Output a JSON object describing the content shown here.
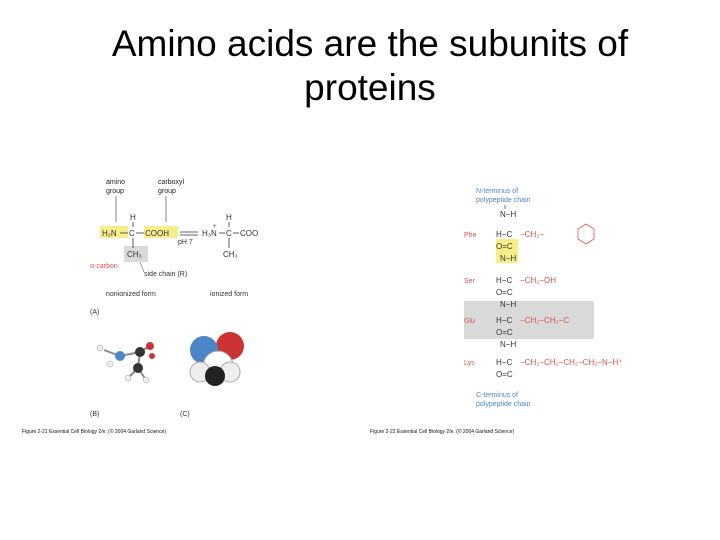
{
  "slide": {
    "title_line1": "Amino acids are the subunits of",
    "title_line2": "proteins"
  },
  "figure_left": {
    "label_amino": "amino",
    "label_amino_group": "group",
    "label_carboxyl": "carboxyl",
    "label_carboxyl_group": "group",
    "alpha_carbon": "α-carbon",
    "side_chain": "side chain (R)",
    "ph": "pH 7",
    "nonionized": "nonionized form",
    "ionized": "ionized form",
    "panel_a": "(A)",
    "panel_b": "(B)",
    "panel_c": "(C)",
    "caption": "Figure 2-21  Essential Cell Biology 2/e. (© 2004 Garland Science)",
    "colors": {
      "highlight": "#f6ee8a",
      "side_chain_box": "#d9d9d9",
      "label_red": "#d9524e",
      "label_blue": "#4a86c8"
    }
  },
  "figure_right": {
    "n_terminus_1": "N-terminus of",
    "n_terminus_2": "polypeptide chain",
    "c_terminus_1": "C-terminus of",
    "c_terminus_2": "polypeptide chain",
    "residues": [
      {
        "name": "Phe"
      },
      {
        "name": "Ser"
      },
      {
        "name": "Glu"
      },
      {
        "name": "Lys"
      }
    ],
    "caption": "Figure 2-22  Essential Cell Biology 2/e. (© 2004 Garland Science)",
    "colors": {
      "highlight": "#f6ee8a",
      "glu_box": "#d9d9d9",
      "label_red": "#d9524e",
      "label_blue": "#4a86c8"
    }
  }
}
